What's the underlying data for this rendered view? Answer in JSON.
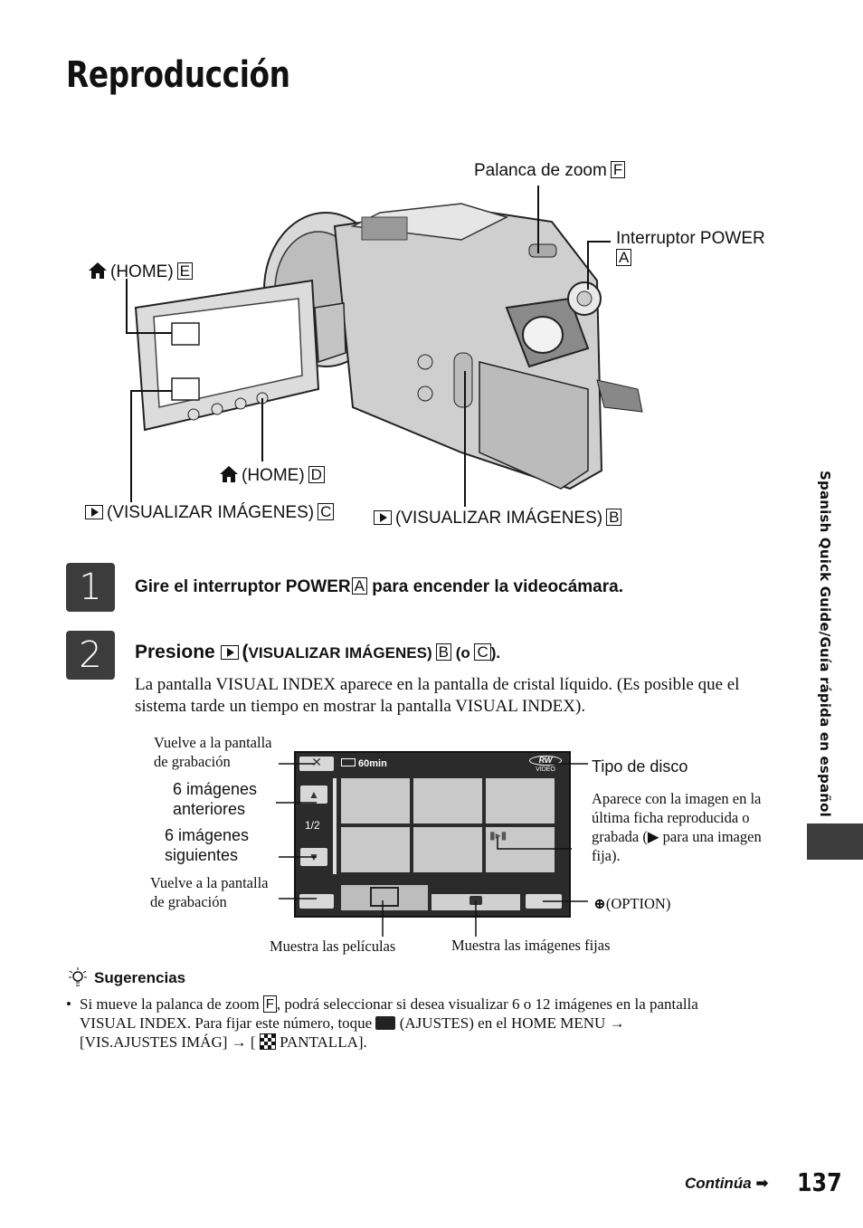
{
  "page": {
    "title": "Reproducción",
    "side_tab": "Spanish Quick Guide/Guía rápida en español",
    "continues": "Continúa",
    "page_number": "137"
  },
  "camera_labels": {
    "zoom": "Palanca de zoom",
    "zoom_key": "F",
    "power_line1": "Interruptor POWER",
    "power_key": "A",
    "home_e": "(HOME)",
    "home_e_key": "E",
    "home_d": "(HOME)",
    "home_d_key": "D",
    "view_c": "(VISUALIZAR IMÁGENES)",
    "view_c_key": "C",
    "view_b": "(VISUALIZAR IMÁGENES)",
    "view_b_key": "B"
  },
  "steps": [
    {
      "number": "1",
      "head_before": "Gire el interruptor POWER",
      "head_key": "A",
      "head_after": " para encender la videocámara."
    },
    {
      "number": "2",
      "head_presione": "Presione ",
      "head_paren_open": "(",
      "head_label": "VISUALIZAR IMÁGENES",
      "head_close": ")",
      "head_key_b": "B",
      "head_o": " (o ",
      "head_key_c": "C",
      "head_end": ").",
      "body": "La pantalla VISUAL INDEX aparece en la pantalla de cristal líquido. (Es posible que el sistema tarde un tiempo en mostrar la pantalla VISUAL INDEX)."
    }
  ],
  "index_screen": {
    "remaining": "60min",
    "disc_logo": "RW",
    "disc_sub": "VIDEO",
    "page": "1/2",
    "labels": {
      "back_top_1": "Vuelve a la pantalla",
      "back_top_2": "de grabación",
      "prev_1": "6 imágenes",
      "prev_2": "anteriores",
      "next_1": "6 imágenes",
      "next_2": "siguientes",
      "back_bottom_1": "Vuelve a la pantalla",
      "back_bottom_2": "de grabación",
      "disc_type": "Tipo de disco",
      "last_1": "Aparece con la imagen en la",
      "last_2": "última ficha reproducida o",
      "last_3_a": "grabada (",
      "last_3_b": " para una imagen",
      "last_4": "fija).",
      "option": "(OPTION)",
      "movies": "Muestra las películas",
      "stills": "Muestra las imágenes fijas"
    }
  },
  "tips": {
    "title": "Sugerencias",
    "line1_a": "Si mueve la palanca de zoom",
    "line1_key": "F",
    "line1_b": ", podrá seleccionar si desea visualizar 6 o 12 imágenes en la pantalla",
    "line2_a": "VISUAL INDEX. Para fijar este número, toque",
    "line2_b": "(AJUSTES) en el HOME MENU →",
    "line3_a": "[VIS.AJUSTES IMÁG] → [",
    "line3_b": "PANTALLA]."
  }
}
